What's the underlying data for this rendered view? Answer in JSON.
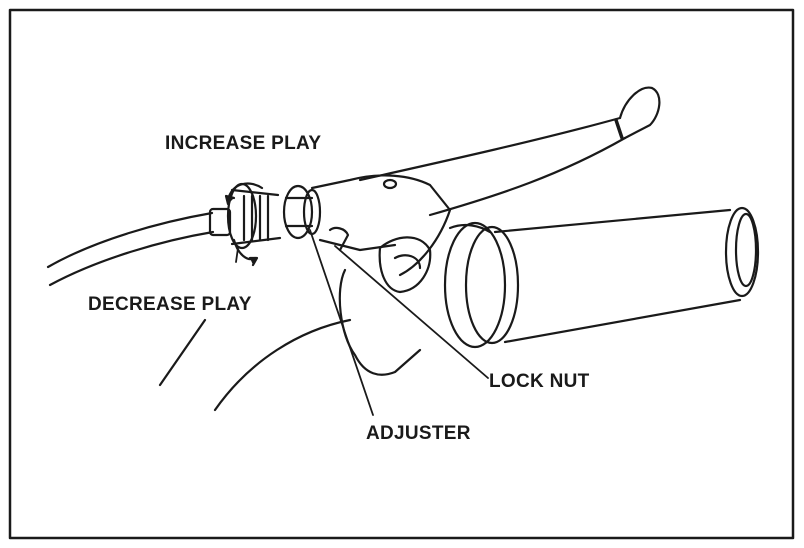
{
  "labels": {
    "increase_play": "INCREASE PLAY",
    "decrease_play": "DECREASE PLAY",
    "lock_nut": "LOCK NUT",
    "adjuster": "ADJUSTER"
  },
  "colors": {
    "ink": "#1a1a1a",
    "paper": "#ffffff"
  }
}
